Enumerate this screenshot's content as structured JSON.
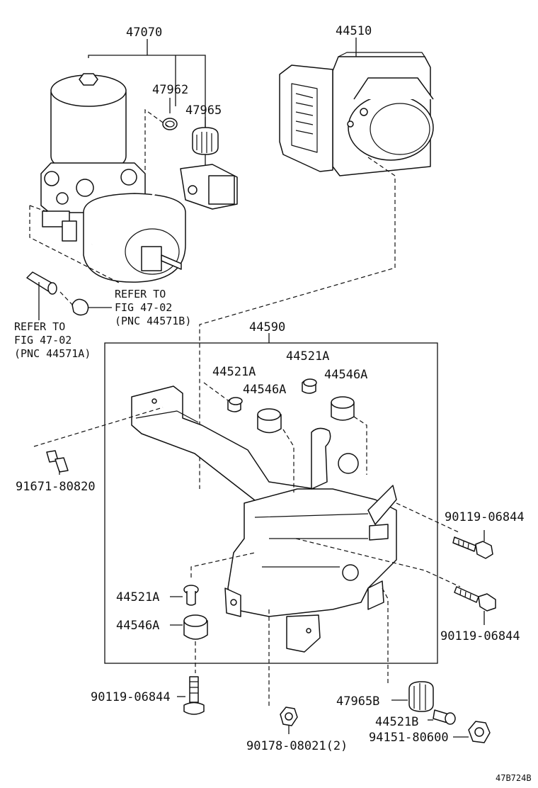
{
  "parts": {
    "p47070": "47070",
    "p47962": "47962",
    "p47965": "47965",
    "p44510": "44510",
    "p44590": "44590",
    "p44521a_1": "44521A",
    "p44521a_2": "44521A",
    "p44546a_1": "44546A",
    "p44546a_2": "44546A",
    "p91671": "91671-80820",
    "p90119_1": "90119-06844",
    "p90119_2": "90119-06844",
    "p44521a_3": "44521A",
    "p44546a_3": "44546A",
    "p90119_3": "90119-06844",
    "p47965b": "47965B",
    "p44521b": "44521B",
    "p90178": "90178-08021(2)",
    "p94151": "94151-80600"
  },
  "refs": {
    "right": [
      "REFER TO",
      "FIG 47-02",
      "(PNC 44571B)"
    ],
    "left": [
      "REFER TO",
      "FIG 47-02",
      "(PNC 44571A)"
    ]
  },
  "figure_id": "47B724B"
}
